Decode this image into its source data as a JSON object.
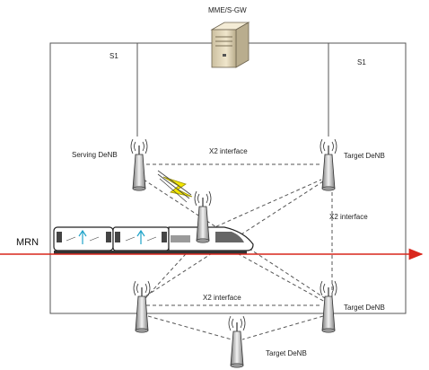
{
  "labels": {
    "core": "MME/S-GW",
    "s1_left": "S1",
    "s1_right": "S1",
    "serving": "Serving DeNB",
    "target_top_right": "Target DeNB",
    "target_bottom_right": "Target DeNB",
    "target_bottom_center": "Target DeNB",
    "x2_top": "X2 interface",
    "x2_right": "X2 interface",
    "x2_bottom": "X2 interface",
    "mrn": "MRN"
  },
  "colors": {
    "line": "#555555",
    "mrn_arrow": "#d9261c",
    "lightning": "#f2e600",
    "server": "#e8dcc0"
  }
}
